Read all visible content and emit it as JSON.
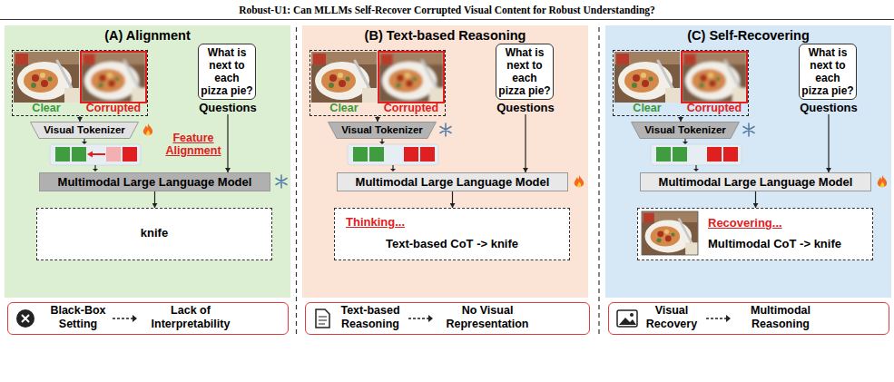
{
  "diagram": {
    "title": "Robust-U1: Can MLLMs Self-Recover Corrupted Visual Content for Robust Understanding?",
    "nodes": [
      {
        "text": [
          "(A) Alignment"
        ]
      },
      {
        "text": [
          "Clear",
          "Corrupted"
        ],
        "in": 0
      },
      {
        "text": [
          "What is next to each pizza pie?",
          "Questions"
        ],
        "in": 0
      },
      {
        "text": [
          "Visual Tokenizer"
        ],
        "in": 0
      },
      {
        "text": [
          "Multimodal Large Language Model"
        ],
        "in": 0
      },
      {
        "text": [
          "knife"
        ],
        "in": 0
      },
      {
        "text": [
          "Black-Box Setting",
          "Lack of Interpretability"
        ]
      },
      {
        "text": [
          "(B) Text-based Reasoning"
        ]
      },
      {
        "text": [
          "Clear",
          "Corrupted"
        ],
        "in": 7
      },
      {
        "text": [
          "What is next to each pizza pie?",
          "Questions"
        ],
        "in": 7
      },
      {
        "text": [
          "Visual Tokenizer"
        ],
        "in": 7
      },
      {
        "text": [
          "Multimodal Large Language Model"
        ],
        "in": 7
      },
      {
        "text": [
          "Thinking...",
          "Text-based CoT -> knife"
        ],
        "in": 7
      },
      {
        "text": [
          "Text-based Reasoning",
          "No Visual Representation"
        ]
      },
      {
        "text": [
          "(C) Self-Recovering"
        ]
      },
      {
        "text": [
          "Clear",
          "Corrupted"
        ],
        "in": 14
      },
      {
        "text": [
          "What is next to each pizza pie?",
          "Questions"
        ],
        "in": 14
      },
      {
        "text": [
          "Visual Tokenizer"
        ],
        "in": 14
      },
      {
        "text": [
          "Multimodal Large Language Model"
        ],
        "in": 14
      },
      {
        "text": [
          "Recovering...",
          "Multimodal CoT -> knife"
        ],
        "in": 14
      },
      {
        "text": [
          "Visual Recovery",
          "Multimodal Reasoning"
        ]
      }
    ],
    "edges": [
      {
        "from": 1,
        "to": 3,
        "arrow": "to"
      },
      {
        "from": 2,
        "to": 4,
        "arrow": "to"
      },
      {
        "from": 4,
        "to": 5,
        "arrow": "to"
      },
      {
        "from": 8,
        "to": 10,
        "arrow": "to"
      },
      {
        "from": 9,
        "to": 11,
        "arrow": "to"
      },
      {
        "from": 11,
        "to": 12,
        "arrow": "to"
      },
      {
        "from": 15,
        "to": 17,
        "arrow": "to"
      },
      {
        "from": 16,
        "to": 18,
        "arrow": "to"
      },
      {
        "from": 18,
        "to": 19,
        "arrow": "to"
      }
    ],
    "labels": [
      "Feature Alignment"
    ]
  }
}
